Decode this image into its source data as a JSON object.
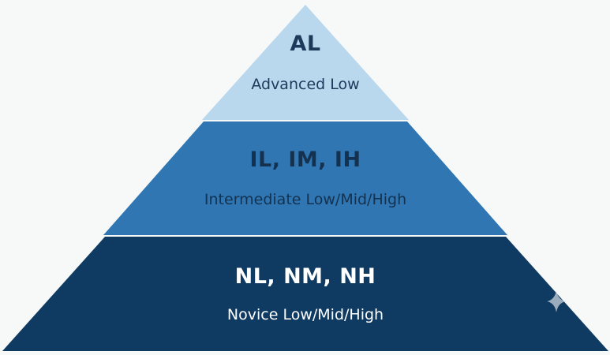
{
  "tiers": [
    {
      "code": "AL",
      "description": "Advanced Low",
      "fill": "#b9d8ee",
      "text_color": "#1d3a5b"
    },
    {
      "code": "IL, IM, IH",
      "description": "Intermediate Low/Mid/High",
      "fill": "#2f76b3",
      "text_color": "#14324f"
    },
    {
      "code": "NL, NM, NH",
      "description": "Novice Low/Mid/High",
      "fill": "#0f3a61",
      "text_color": "#ffffff"
    }
  ],
  "background_color": "#f7f8f8",
  "decoration": {
    "icon": "sparkle-icon",
    "color": "#c9d4df"
  }
}
